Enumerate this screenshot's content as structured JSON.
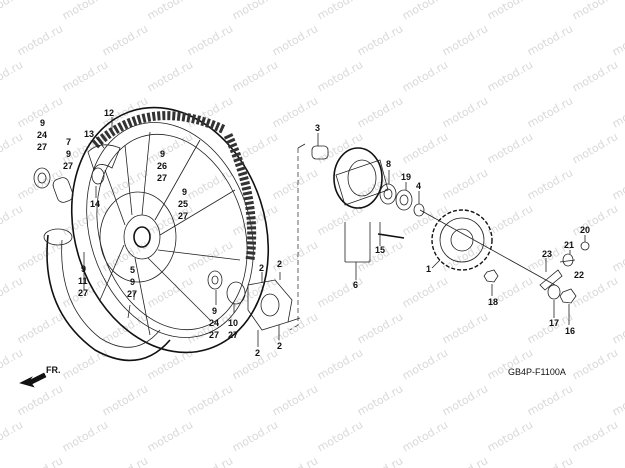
{
  "watermark": "motod.ru",
  "diagram_code": "GB4P-F1100A",
  "direction_label": "FR.",
  "callouts": {
    "c1": "1",
    "c2a": "2",
    "c2b": "2",
    "c2c": "2",
    "c2d": "2",
    "c3": "3",
    "c4": "4",
    "c5": "5",
    "c6": "6",
    "c7": "7",
    "c8": "8",
    "c9a": "9",
    "c9b": "9",
    "c9c": "9",
    "c9d": "9",
    "c9e": "9",
    "c9f": "9",
    "c10": "10",
    "c11": "11",
    "c12": "12",
    "c13": "13",
    "c14": "14",
    "c15": "15",
    "c16": "16",
    "c17": "17",
    "c18": "18",
    "c19": "19",
    "c20": "20",
    "c21": "21",
    "c22": "22",
    "c23": "23",
    "c24a": "24",
    "c24b": "24",
    "c25": "25",
    "c26": "26",
    "c27a": "27",
    "c27b": "27",
    "c27c": "27",
    "c27d": "27",
    "c27e": "27",
    "c27f": "27"
  },
  "colors": {
    "line": "#222222",
    "watermark": "#d9d9d9",
    "background": "#ffffff"
  }
}
